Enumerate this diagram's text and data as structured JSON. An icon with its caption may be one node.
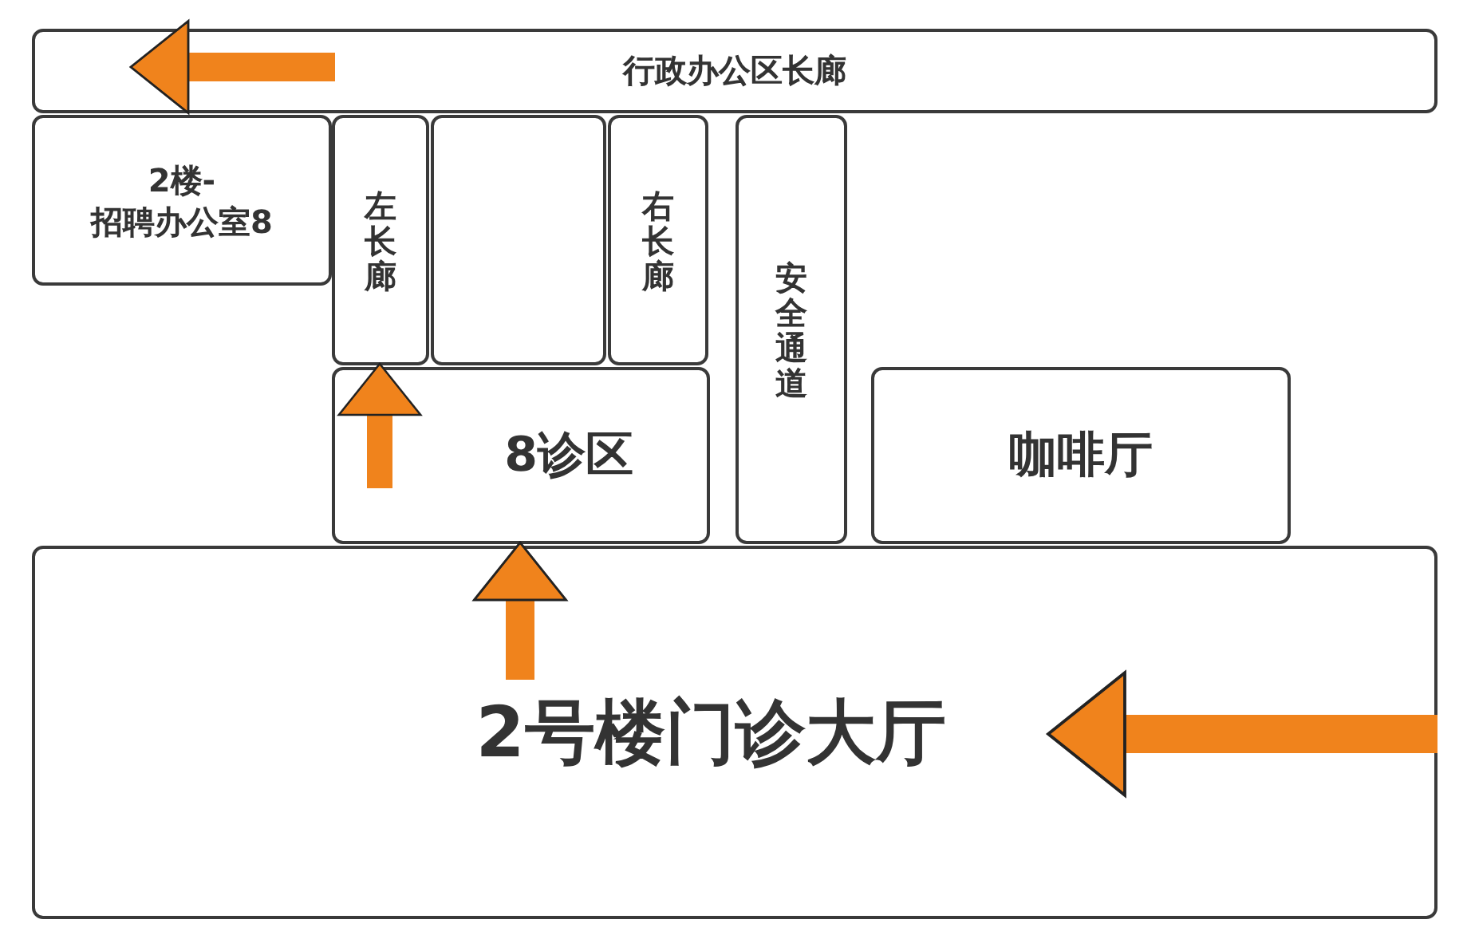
{
  "diagram": {
    "nodes": [
      {
        "text": [
          "行政办公区长廊"
        ]
      },
      {
        "text": [
          "2楼-招聘办公室8"
        ]
      },
      {
        "text": [
          "左长廊"
        ]
      },
      {
        "text": [],
        "shape": "box"
      },
      {
        "text": [
          "右长廊"
        ]
      },
      {
        "text": [
          "安全通道"
        ]
      },
      {
        "text": [
          "8诊区"
        ]
      },
      {
        "text": [
          "咖啡厅"
        ]
      },
      {
        "text": [
          "2号楼门诊大厅"
        ]
      }
    ],
    "edges": [
      {
        "from": null,
        "to": 0,
        "arrow": "to"
      },
      {
        "from": 6,
        "to": 2,
        "arrow": "to"
      },
      {
        "from": 8,
        "to": 6,
        "arrow": "to"
      },
      {
        "from": null,
        "to": 8,
        "arrow": "to"
      }
    ]
  }
}
